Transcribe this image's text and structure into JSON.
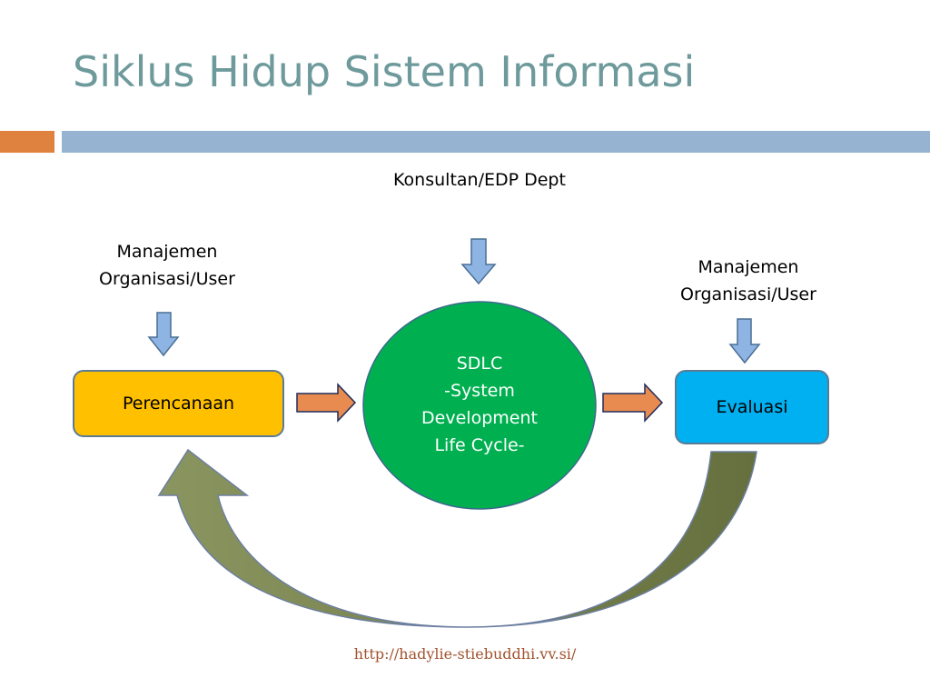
{
  "title": "Siklus Hidup Sistem Informasi",
  "top_label": "Konsultan/EDP Dept",
  "left_label": {
    "line1": "Manajemen",
    "line2": "Organisasi/User"
  },
  "right_label": {
    "line1": "Manajemen",
    "line2": "Organisasi/User"
  },
  "boxes": {
    "left": "Perencanaan",
    "right": "Evaluasi"
  },
  "circle": {
    "line1": "SDLC",
    "line2": "-System",
    "line3": "Development",
    "line4": "Life Cycle-"
  },
  "footer": "http://hadylie-stiebuddhi.vv.si/",
  "colors": {
    "title": "#6e9a9c",
    "accent_orange": "#e0823f",
    "accent_blue": "#96b4d2",
    "box_left": "#ffc000",
    "box_right": "#00b0f0",
    "circle": "#00b050",
    "down_arrow": "#8eb4e3",
    "right_arrow": "#e88b50",
    "cycle_arrow": "#7f8a52"
  }
}
